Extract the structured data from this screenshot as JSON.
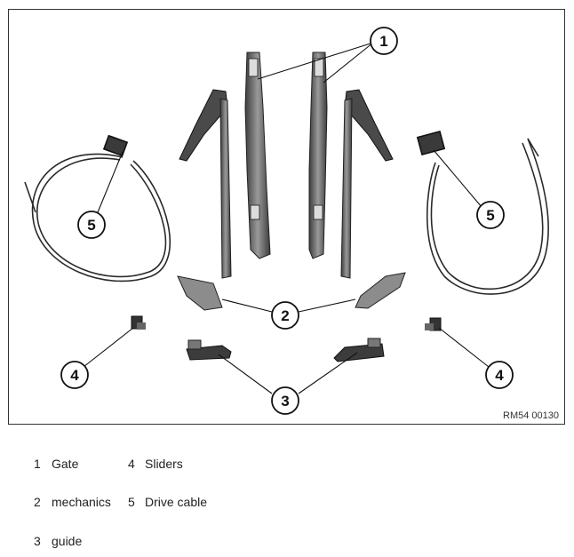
{
  "figure": {
    "image_ref": "RM54 00130",
    "callouts": [
      {
        "num": "1"
      },
      {
        "num": "5"
      },
      {
        "num": "5"
      },
      {
        "num": "2"
      },
      {
        "num": "4"
      },
      {
        "num": "3"
      },
      {
        "num": "4"
      }
    ]
  },
  "legend": {
    "rows": [
      [
        {
          "num": "1",
          "label": "Gate"
        },
        {
          "num": "4",
          "label": "Sliders"
        }
      ],
      [
        {
          "num": "2",
          "label": "mechanics"
        },
        {
          "num": "5",
          "label": "Drive cable"
        }
      ],
      [
        {
          "num": "3",
          "label": "guide"
        }
      ]
    ]
  },
  "colors": {
    "frame": "#333333",
    "part": "#4a4a4a",
    "part_light": "#8c8c8c",
    "cable": "#2a2a2a"
  }
}
